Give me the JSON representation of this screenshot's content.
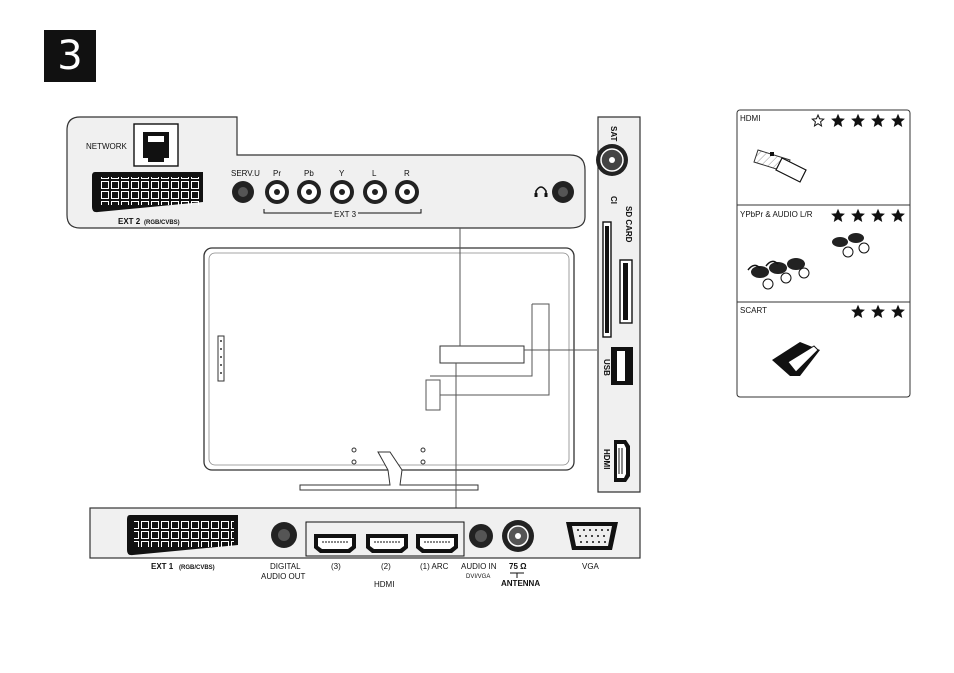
{
  "step_number": "3",
  "top_panel": {
    "network": "NETWORK",
    "ext2_main": "EXT 2",
    "ext2_sub": "(RGB/CVBS)",
    "serv_u": "SERV.U",
    "pr": "Pr",
    "pb": "Pb",
    "y": "Y",
    "l": "L",
    "r": "R",
    "ext3": "EXT 3"
  },
  "side_panel": {
    "sat": "SAT",
    "ci": "CI",
    "sd_card": "SD CARD",
    "usb": "USB",
    "hdmi": "HDMI"
  },
  "bottom_panel": {
    "ext1_main": "EXT 1",
    "ext1_sub": "(RGB/CVBS)",
    "digital_audio_out_1": "DIGITAL",
    "digital_audio_out_2": "AUDIO OUT",
    "hdmi_3": "(3)",
    "hdmi_2": "(2)",
    "hdmi_1_arc": "(1) ARC",
    "hdmi_group": "HDMI",
    "audio_in_1": "AUDIO IN",
    "audio_in_2": "DVI/VGA",
    "antenna_ohm": "75 Ω",
    "antenna": "ANTENNA",
    "vga": "VGA"
  },
  "quality_legend": [
    {
      "label": "HDMI",
      "stars_total": 5,
      "stars_filled": 4,
      "icon": "hdmi-cable-icon"
    },
    {
      "label": "YPbPr & AUDIO L/R",
      "stars_total": 4,
      "stars_filled": 4,
      "icon": "rca-cables-icon"
    },
    {
      "label": "SCART",
      "stars_total": 3,
      "stars_filled": 3,
      "icon": "scart-cable-icon"
    }
  ]
}
